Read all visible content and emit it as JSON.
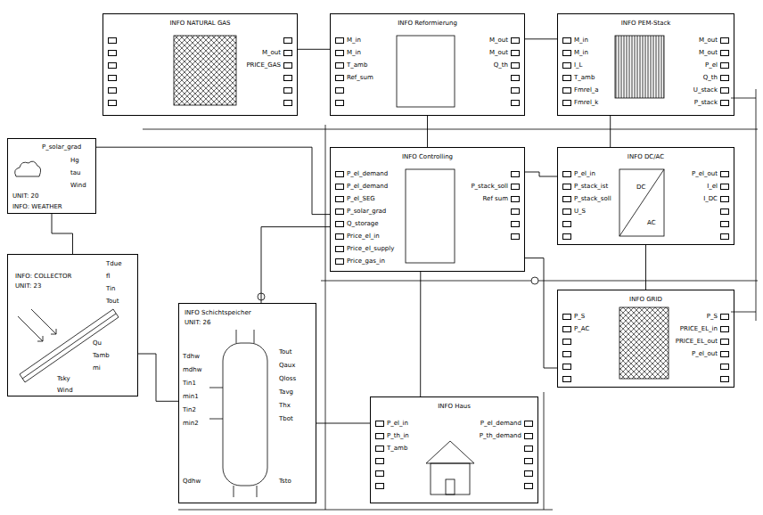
{
  "diagram": {
    "nodes": [
      {
        "text": [
          "INFO NATURAL GAS",
          "M_out",
          "PRICE_GAS"
        ]
      },
      {
        "text": [
          "INFO Reformierung",
          "M_in",
          "M_in",
          "T_amb",
          "Ref_sum",
          "M_out",
          "M_out",
          "Q_th"
        ]
      },
      {
        "text": [
          "INFO PEM-Stack",
          "M_in",
          "M_in",
          "I_L",
          "T_amb",
          "Fmrel_a",
          "Fmrel_k",
          "M_out",
          "M_out",
          "P_el",
          "Q_th",
          "U_stack",
          "P_stack"
        ]
      },
      {
        "text": [
          "P_solar_grad",
          "Hg",
          "tau",
          "Wind",
          "UNIT: 20",
          "INFO: WEATHER"
        ]
      },
      {
        "text": [
          "INFO Controlling",
          "P_el_demand",
          "P_el_demand",
          "P_el_SEG",
          "P_solar_grad",
          "Q_storage",
          "Price_el_in",
          "Price_el_supply",
          "Price_gas_in",
          "P_stack_soll",
          "Ref sum"
        ]
      },
      {
        "text": [
          "INFO DC/AC",
          "P_el_in",
          "P_stack_ist",
          "P_stack_soll",
          "U_S",
          "P_el_out",
          "I_el",
          "I_DC",
          "DC",
          "AC"
        ]
      },
      {
        "text": [
          "INFO GRID",
          "P_S",
          "P_AC",
          "P_S",
          "PRICE_EL_in",
          "PRICE_EL_out",
          "P_el_out"
        ]
      },
      {
        "text": [
          "INFO: COLLECTOR",
          "UNIT: 23",
          "Tdue",
          "fl",
          "Tin",
          "Tout",
          "Qu",
          "Tamb",
          "mi",
          "Tsky",
          "Wind"
        ]
      },
      {
        "text": [
          "INFO Schichtspeicher",
          "UNIT: 26",
          "Tdhw",
          "mdhw",
          "Tin1",
          "min1",
          "Tin2",
          "min2",
          "Tout",
          "Qaux",
          "Qloss",
          "Tavg",
          "Thx",
          "Tbot",
          "Qdhw",
          "Tsto"
        ]
      },
      {
        "text": [
          "INFO Haus",
          "P_el_in",
          "P_th_in",
          "T_amb",
          "P_el_demand",
          "P_th_demand"
        ]
      }
    ],
    "edges": [
      {
        "from": 0,
        "to": 1,
        "arrow": "none"
      },
      {
        "from": 1,
        "to": 2,
        "arrow": "none"
      },
      {
        "from": 2,
        "to": 5,
        "arrow": "none"
      },
      {
        "from": 3,
        "to": 4,
        "arrow": "none"
      },
      {
        "from": 4,
        "to": 5,
        "arrow": "none"
      },
      {
        "from": 5,
        "to": 6,
        "arrow": "none"
      },
      {
        "from": 6,
        "to": 4,
        "arrow": "none"
      },
      {
        "from": 9,
        "to": 4,
        "arrow": "none"
      },
      {
        "from": 3,
        "to": 7,
        "arrow": "none"
      },
      {
        "from": 7,
        "to": 8,
        "arrow": "none"
      },
      {
        "from": 8,
        "to": 9,
        "arrow": "none"
      },
      {
        "from": 4,
        "to": 1,
        "arrow": "none"
      },
      {
        "from": 8,
        "to": 4,
        "arrow": "none"
      }
    ]
  }
}
